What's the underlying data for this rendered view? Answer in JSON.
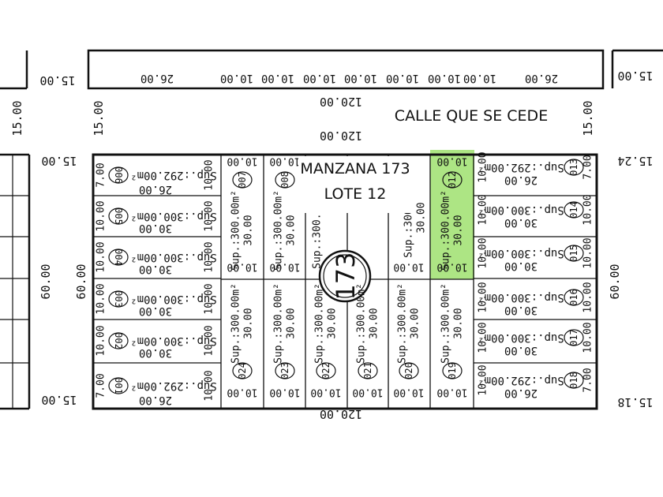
{
  "street": "CALLE QUE SE CEDE",
  "callout": {
    "block": "MANZANA 173",
    "lot": "LOTE 12"
  },
  "block_number": "173",
  "highlight_color": "#9fe06e",
  "dims": {
    "top_width": "120.00",
    "bottom_width": "120.00",
    "side_height": "60.00",
    "street_width": "15.00",
    "corner_top_right": "15.24",
    "corner_bottom_right": "15.18",
    "corner_left": "15.00",
    "lot_front": "10.00",
    "lot_depth": "30.00",
    "lot_edge_long": "26.00",
    "corner_edge": "7.00"
  },
  "areas": {
    "standard": "Sup.:300.00m²",
    "corner": "Sup.:292.00m²"
  },
  "lots": {
    "l001": "001",
    "l002": "002",
    "l003": "003",
    "l004": "004",
    "l005": "005",
    "l006": "006",
    "l007": "007",
    "l008": "008",
    "l012": "012",
    "l013": "013",
    "l014": "014",
    "l015": "015",
    "l016": "016",
    "l017": "017",
    "l018": "018",
    "l019": "019",
    "l020": "020",
    "l021": "021",
    "l022": "022",
    "l023": "023",
    "l024": "024"
  },
  "top_strip": [
    "26.00",
    "10.00",
    "10.00",
    "10.00",
    "10.00",
    "10.00",
    "10.00",
    "10.00",
    "26.00"
  ]
}
